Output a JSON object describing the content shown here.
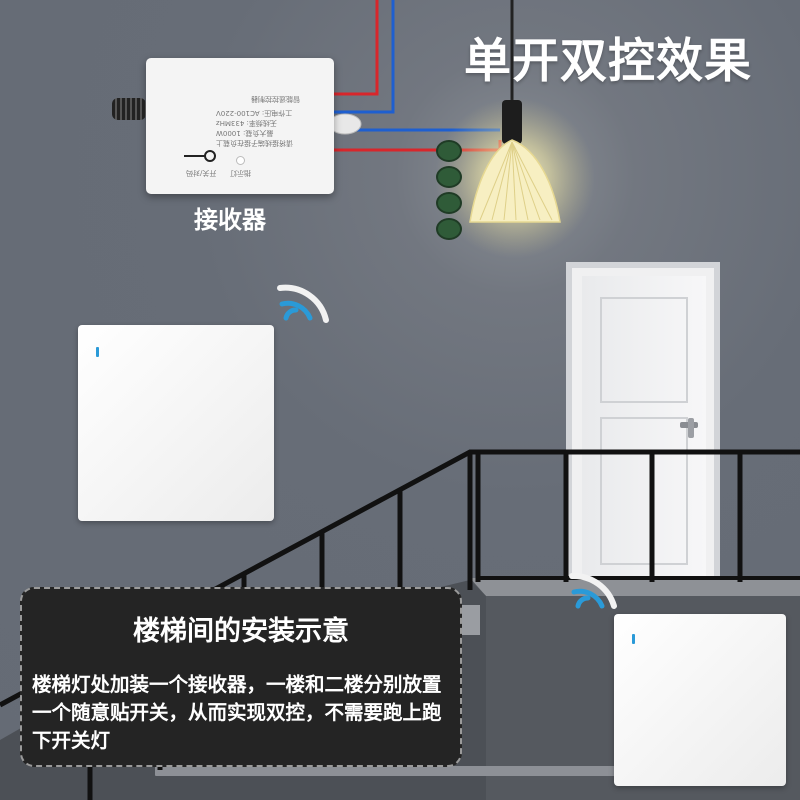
{
  "title": "单开双控效果",
  "receiver": {
    "label": "接收器",
    "spec_lines": [
      "智能遥控控制器",
      "工作电压: AC100-220V",
      "无线频率: 433MHz",
      "最大负载: 1000W",
      "请将接线端子接在负载上"
    ],
    "button_label": "开关/对码",
    "led_label": "指示灯",
    "terminal_count": 4
  },
  "switches": [
    {
      "id": "upper-switch",
      "signal": "wifi-signal-icon"
    },
    {
      "id": "lower-switch",
      "signal": "wifi-signal-icon"
    }
  ],
  "info": {
    "title": "楼梯间的安装示意",
    "body": "楼梯灯处加装一个接收器，一楼和二楼分别放置一个随意贴开关，从而实现双控，不需要跑上跑下开关灯"
  },
  "colors": {
    "wall": "#6b717c",
    "wire_red": "#d8262b",
    "wire_blue": "#1e5fd0",
    "signal_blue": "#2a9ad8",
    "info_box_bg": "#242424",
    "lamp_glow": "#fff6c8"
  }
}
